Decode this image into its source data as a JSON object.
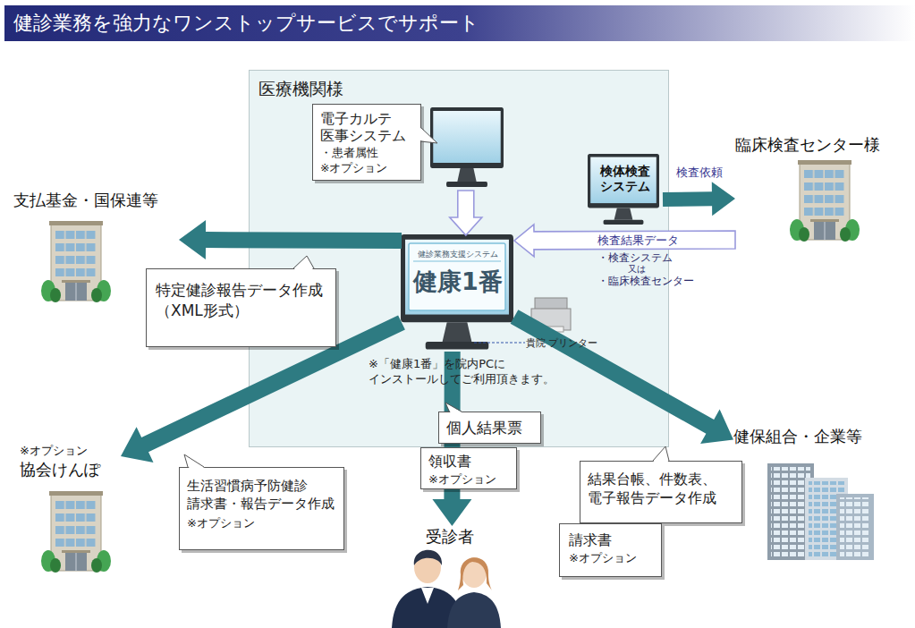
{
  "diagram": {
    "title": "健診業務を強力なワンストップサービスでサポート",
    "nodes": [
      {
        "text": [
          "医療機関様"
        ]
      },
      {
        "text": [
          "電子カルテ 医事システム",
          "・患者属性",
          "※オプション"
        ],
        "in": 0
      },
      {
        "text": [
          "検体検査 システム"
        ],
        "in": 0
      },
      {
        "text": [
          "健診業務支援システム",
          "健康1番"
        ],
        "in": 0
      },
      {
        "text": [
          "臨床検査センター様"
        ]
      },
      {
        "text": [
          "支払基金・国保連等"
        ]
      },
      {
        "text": [
          "特定健診報告データ作成 （XML形式）"
        ]
      },
      {
        "text": [
          "※オプション",
          "協会けんぽ"
        ]
      },
      {
        "text": [
          "生活習慣病予防健診 請求書・報告データ作成",
          "※オプション"
        ]
      },
      {
        "text": [
          "個人結果票"
        ]
      },
      {
        "text": [
          "領収書",
          "※オプション"
        ]
      },
      {
        "text": [
          "受診者"
        ]
      },
      {
        "text": [
          "健保組合・企業等"
        ]
      },
      {
        "text": [
          "結果台帳、件数表、 電子報告データ作成"
        ]
      },
      {
        "text": [
          "請求書",
          "※オプション"
        ]
      }
    ],
    "edges": [
      {
        "from": 1,
        "to": 3,
        "arrow": "to"
      },
      {
        "from": 2,
        "to": 4,
        "arrow": "to",
        "label": "検査依頼"
      },
      {
        "from": 4,
        "to": 3,
        "arrow": "to",
        "label": "検査結果データ"
      },
      {
        "from": 3,
        "to": 5,
        "arrow": "to"
      },
      {
        "from": 3,
        "to": 7,
        "arrow": "to"
      },
      {
        "from": 3,
        "to": 11,
        "arrow": "to"
      },
      {
        "from": 3,
        "to": 12,
        "arrow": "to"
      }
    ],
    "labels": [
      "・検査システム",
      "又は",
      "・臨床検査センター",
      "貴院 プリンター",
      "※「健康1番」を院内PCに インストールしてご利用頂きます。"
    ]
  }
}
